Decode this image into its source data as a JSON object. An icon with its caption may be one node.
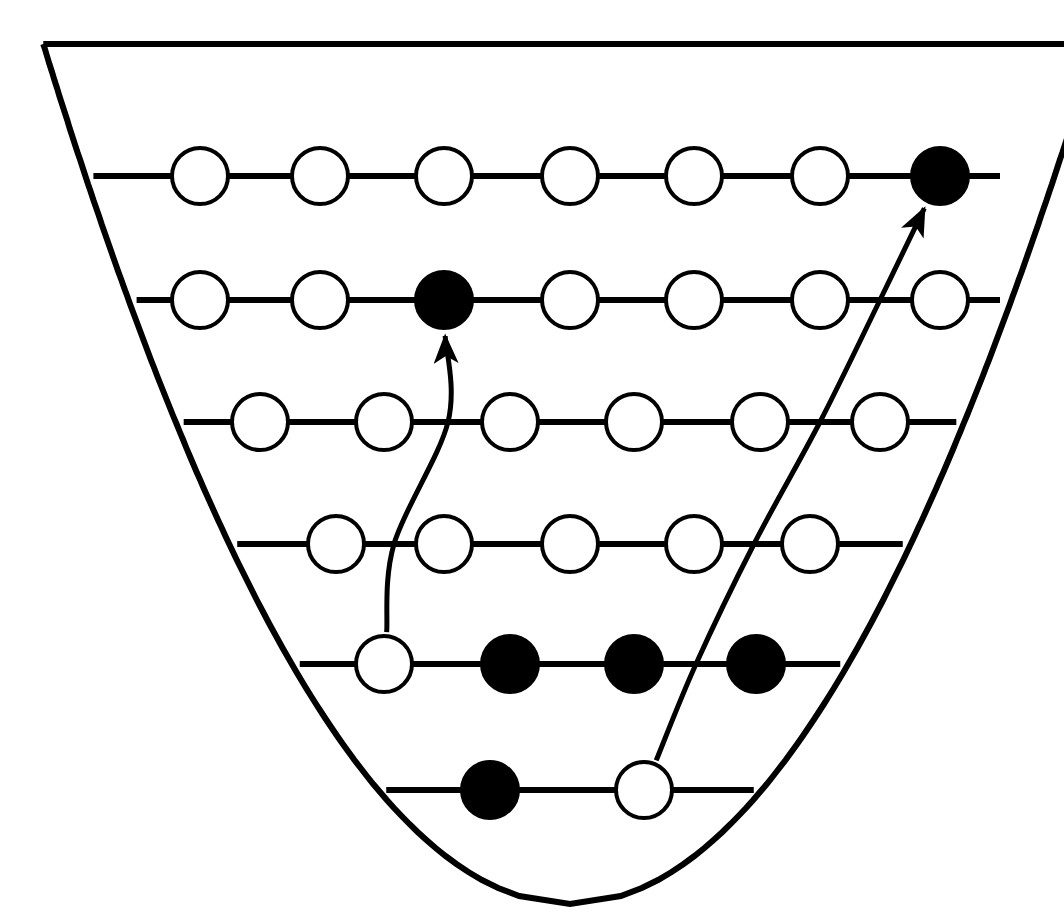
{
  "diagram": {
    "nodes": [
      {
        "text": [],
        "shape": "circle"
      },
      {
        "text": [],
        "shape": "circle"
      },
      {
        "text": [],
        "shape": "circle"
      },
      {
        "text": [],
        "shape": "circle"
      },
      {
        "text": [],
        "shape": "circle"
      },
      {
        "text": [],
        "shape": "circle"
      },
      {
        "text": [],
        "shape": "dot"
      },
      {
        "text": [],
        "shape": "circle"
      },
      {
        "text": [],
        "shape": "circle"
      },
      {
        "text": [],
        "shape": "dot"
      },
      {
        "text": [],
        "shape": "circle"
      },
      {
        "text": [],
        "shape": "circle"
      },
      {
        "text": [],
        "shape": "circle"
      },
      {
        "text": [],
        "shape": "circle"
      },
      {
        "text": [],
        "shape": "circle"
      },
      {
        "text": [],
        "shape": "circle"
      },
      {
        "text": [],
        "shape": "circle"
      },
      {
        "text": [],
        "shape": "circle"
      },
      {
        "text": [],
        "shape": "circle"
      },
      {
        "text": [],
        "shape": "circle"
      },
      {
        "text": [],
        "shape": "circle"
      },
      {
        "text": [],
        "shape": "circle"
      },
      {
        "text": [],
        "shape": "circle"
      },
      {
        "text": [],
        "shape": "circle"
      },
      {
        "text": [],
        "shape": "circle"
      },
      {
        "text": [],
        "shape": "circle"
      },
      {
        "text": [],
        "shape": "dot"
      },
      {
        "text": [],
        "shape": "dot"
      },
      {
        "text": [],
        "shape": "dot"
      },
      {
        "text": [],
        "shape": "dot"
      },
      {
        "text": [],
        "shape": "circle"
      }
    ],
    "edges": [
      {
        "from": 25,
        "to": 9,
        "arrow": "to"
      },
      {
        "from": 30,
        "to": 6,
        "arrow": "to"
      }
    ]
  }
}
